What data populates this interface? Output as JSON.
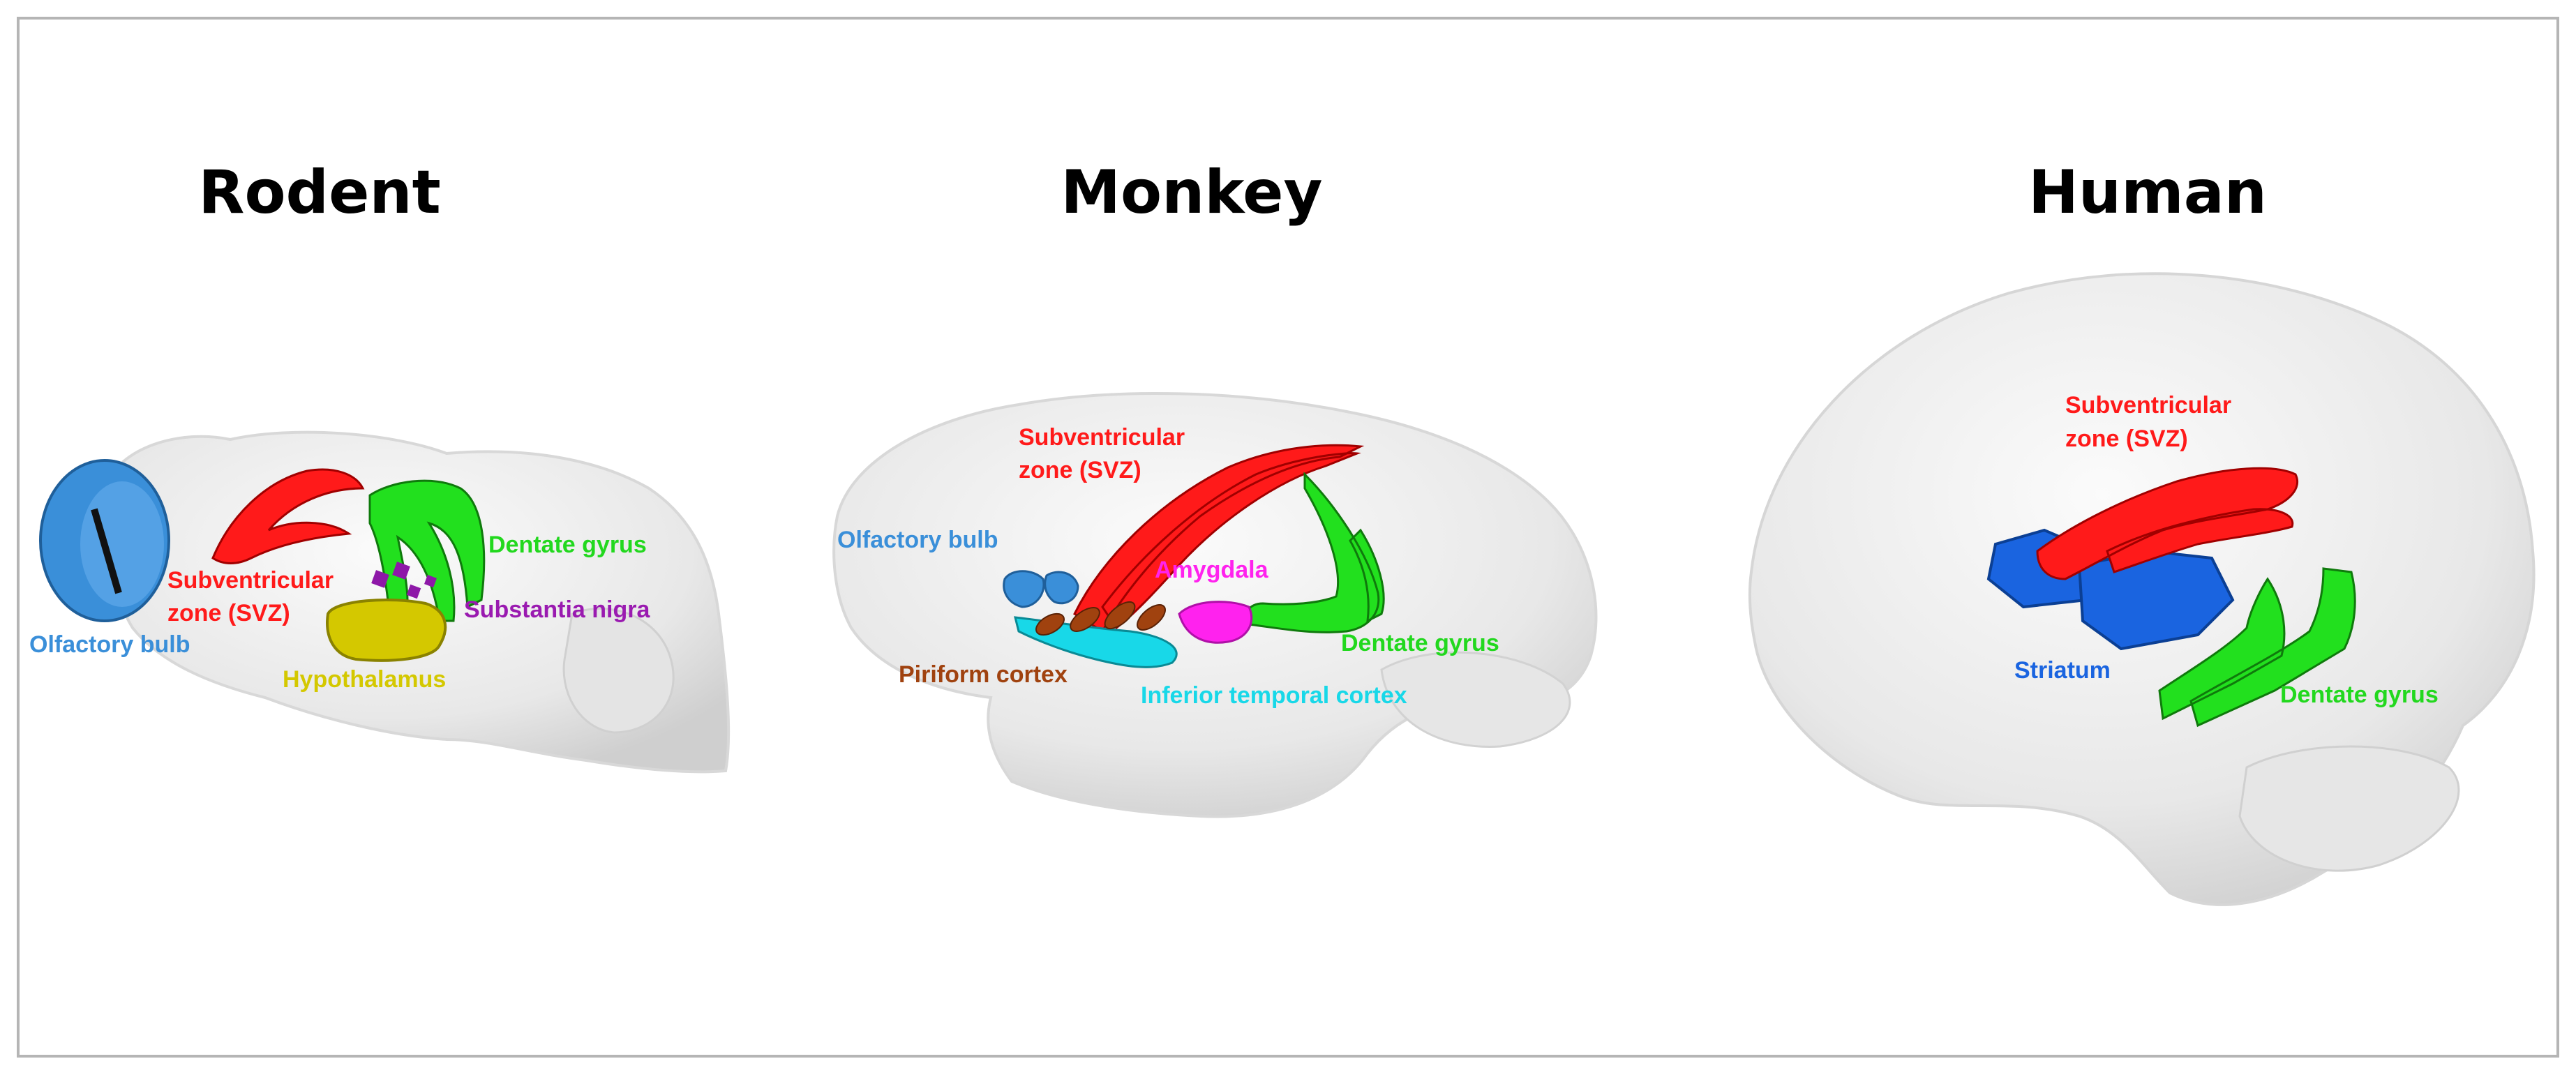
{
  "panels": [
    {
      "title": "Rodent",
      "labels": {
        "olfactory_bulb": "Olfactory bulb",
        "svz_line1": "Subventricular",
        "svz_line2": "zone (SVZ)",
        "dentate_gyrus": "Dentate gyrus",
        "substantia_nigra": "Substantia nigra",
        "hypothalamus": "Hypothalamus"
      }
    },
    {
      "title": "Monkey",
      "labels": {
        "svz_line1": "Subventricular",
        "svz_line2": "zone (SVZ)",
        "olfactory_bulb": "Olfactory bulb",
        "amygdala": "Amygdala",
        "dentate_gyrus": "Dentate gyrus",
        "piriform_cortex": "Piriform cortex",
        "inferior_temporal_cortex": "Inferior temporal cortex"
      }
    },
    {
      "title": "Human",
      "labels": {
        "svz_line1": "Subventricular",
        "svz_line2": "zone (SVZ)",
        "striatum": "Striatum",
        "dentate_gyrus": "Dentate gyrus"
      }
    }
  ],
  "colors": {
    "svz": "#ff1a1a",
    "dentate_gyrus": "#22e01e",
    "olfactory_bulb": "#3a8fd9",
    "substantia_nigra": "#8e18a8",
    "hypothalamus": "#d4c800",
    "amygdala": "#ff22ee",
    "piriform_cortex": "#a0420f",
    "inferior_temporal_cortex": "#18d8e8",
    "striatum": "#1a64e0",
    "brain": "#ececec"
  }
}
